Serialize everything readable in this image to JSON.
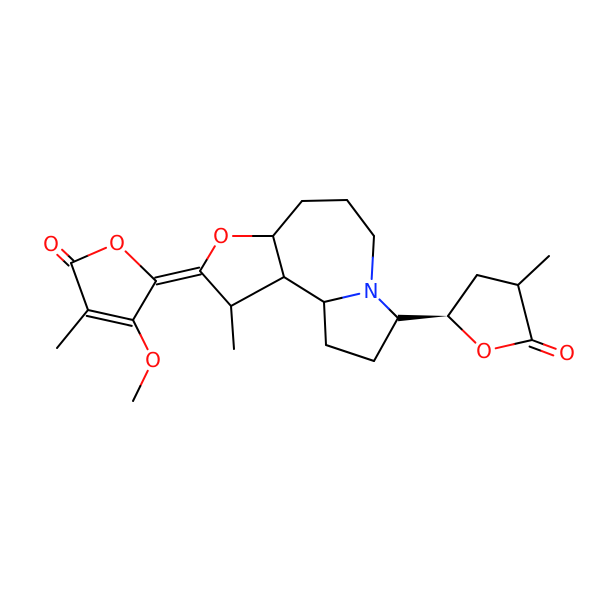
{
  "molecule": {
    "atoms": [
      {
        "id": "O1",
        "symbol": "O",
        "color": "#ff0d0d"
      },
      {
        "id": "O2",
        "symbol": "O",
        "color": "#ff0d0d"
      },
      {
        "id": "O3",
        "symbol": "O",
        "color": "#ff0d0d"
      },
      {
        "id": "O4",
        "symbol": "O",
        "color": "#ff0d0d"
      },
      {
        "id": "N1",
        "symbol": "N",
        "color": "#0d2bff"
      },
      {
        "id": "O5",
        "symbol": "O",
        "color": "#ff0d0d"
      },
      {
        "id": "O6",
        "symbol": "O",
        "color": "#ff0d0d"
      }
    ]
  },
  "colors": {
    "bond": "#000000",
    "oxygen": "#ff0d0d",
    "nitrogen": "#0d2bff",
    "background": "#ffffff"
  }
}
